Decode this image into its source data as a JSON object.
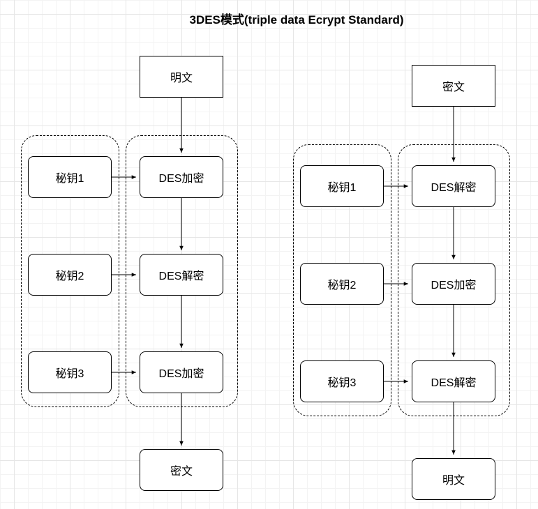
{
  "title": "3DES模式(triple data Ecrypt Standard)",
  "encrypt_flow": {
    "input": "明文",
    "keys": [
      "秘钥1",
      "秘钥2",
      "秘钥3"
    ],
    "steps": [
      "DES加密",
      "DES解密",
      "DES加密"
    ],
    "output": "密文"
  },
  "decrypt_flow": {
    "input": "密文",
    "keys": [
      "秘钥1",
      "秘钥2",
      "秘钥3"
    ],
    "steps": [
      "DES解密",
      "DES加密",
      "DES解密"
    ],
    "output": "明文"
  }
}
